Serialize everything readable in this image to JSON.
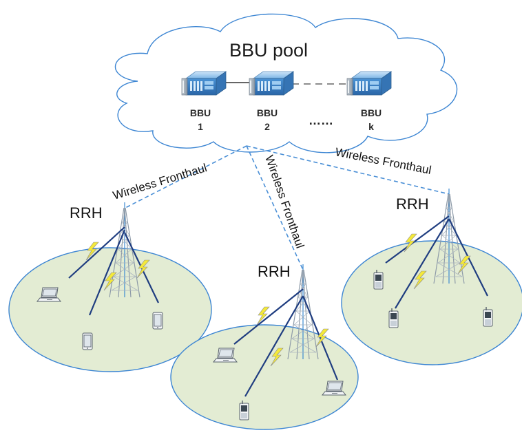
{
  "pool": {
    "title": "BBU pool",
    "units": [
      {
        "name": "BBU",
        "index": "1"
      },
      {
        "name": "BBU",
        "index": "2"
      },
      {
        "name": "BBU",
        "index": "k"
      }
    ],
    "ellipsis": "……"
  },
  "links": {
    "left_label": "Wireless Fronthaul",
    "center_label": "Wireless Fronthaul",
    "right_label": "Wireless Fronthaul"
  },
  "cells": {
    "left": {
      "rrh_label": "RRH",
      "devices": [
        "laptop-icon",
        "tablet-icon",
        "phone-icon"
      ]
    },
    "center": {
      "rrh_label": "RRH",
      "devices": [
        "laptop-icon",
        "laptop-icon",
        "phone-icon"
      ]
    },
    "right": {
      "rrh_label": "RRH",
      "devices": [
        "phone-icon",
        "phone-icon",
        "phone-icon"
      ]
    }
  },
  "colors": {
    "cell_fill": "#e3ecd3",
    "cell_border": "#3d86d3",
    "fronthaul_line": "#4a8fd6",
    "server_blue": "#3a82c8",
    "lightning": "#f4e93a",
    "beam": "#1f3d80"
  }
}
